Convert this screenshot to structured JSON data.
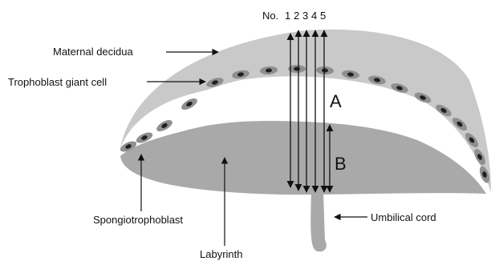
{
  "diagram": {
    "labels": {
      "maternal_decidua": "Maternal decidua",
      "trophoblast_giant_cell": "Trophoblast giant cell",
      "spongiotrophoblast": "Spongiotrophoblast",
      "labyrinth": "Labyrinth",
      "umbilical_cord": "Umbilical cord"
    },
    "measurement_header": "No.",
    "measurement_numbers": [
      "1",
      "2",
      "3",
      "4",
      "5"
    ],
    "region_a": "A",
    "region_b": "B",
    "colors": {
      "decidua": "#c9c9c9",
      "labyrinth": "#a9a9a9",
      "spongiotrophoblast": "#ffffff",
      "giant_cell_body": "#8f8f8f",
      "giant_cell_nucleus": "#1f1f1f"
    }
  }
}
